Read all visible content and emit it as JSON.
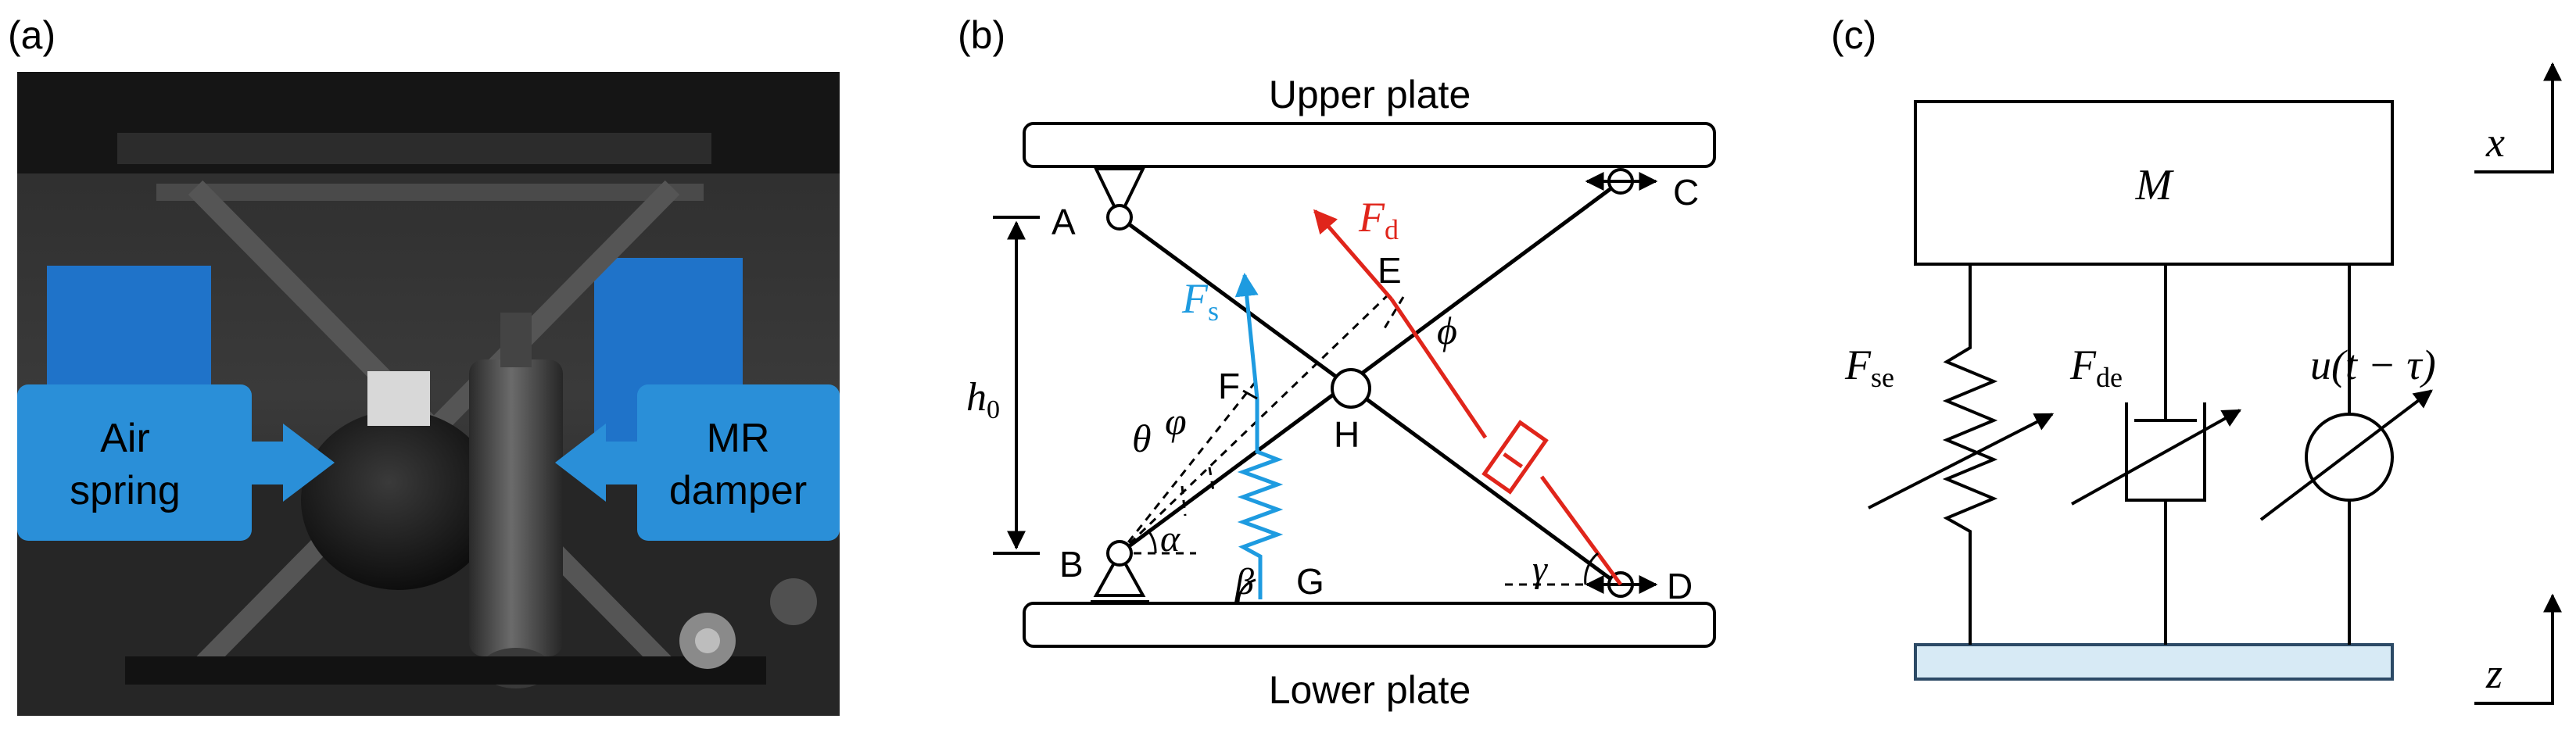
{
  "panels": {
    "a": {
      "tag": "(a)",
      "air_spring_line1": "Air",
      "air_spring_line2": "spring",
      "mr_damper_line1": "MR",
      "mr_damper_line2": "damper"
    },
    "b": {
      "tag": "(b)",
      "upper_plate": "Upper plate",
      "lower_plate": "Lower plate",
      "points": {
        "A": "A",
        "B": "B",
        "C": "C",
        "D": "D",
        "E": "E",
        "F": "F",
        "G": "G",
        "H": "H"
      },
      "h0": "h",
      "h0_sub": "0",
      "fd": "F",
      "fd_sub": "d",
      "fs": "F",
      "fs_sub": "s",
      "theta": "θ",
      "varphi": "φ",
      "phi": "ϕ",
      "alpha": "α",
      "beta": "β",
      "gamma": "γ"
    },
    "c": {
      "tag": "(c)",
      "mass": "M",
      "x_axis": "x",
      "z_axis": "z",
      "fse": "F",
      "fse_sub": "se",
      "fde": "F",
      "fde_sub": "de",
      "actuator": "u(t − τ)"
    }
  },
  "colors": {
    "callout_blue": "#2A8FD8",
    "spring_blue": "#1E9BE0",
    "damper_red": "#E0251B",
    "base_plate": "#D7EAF5"
  }
}
